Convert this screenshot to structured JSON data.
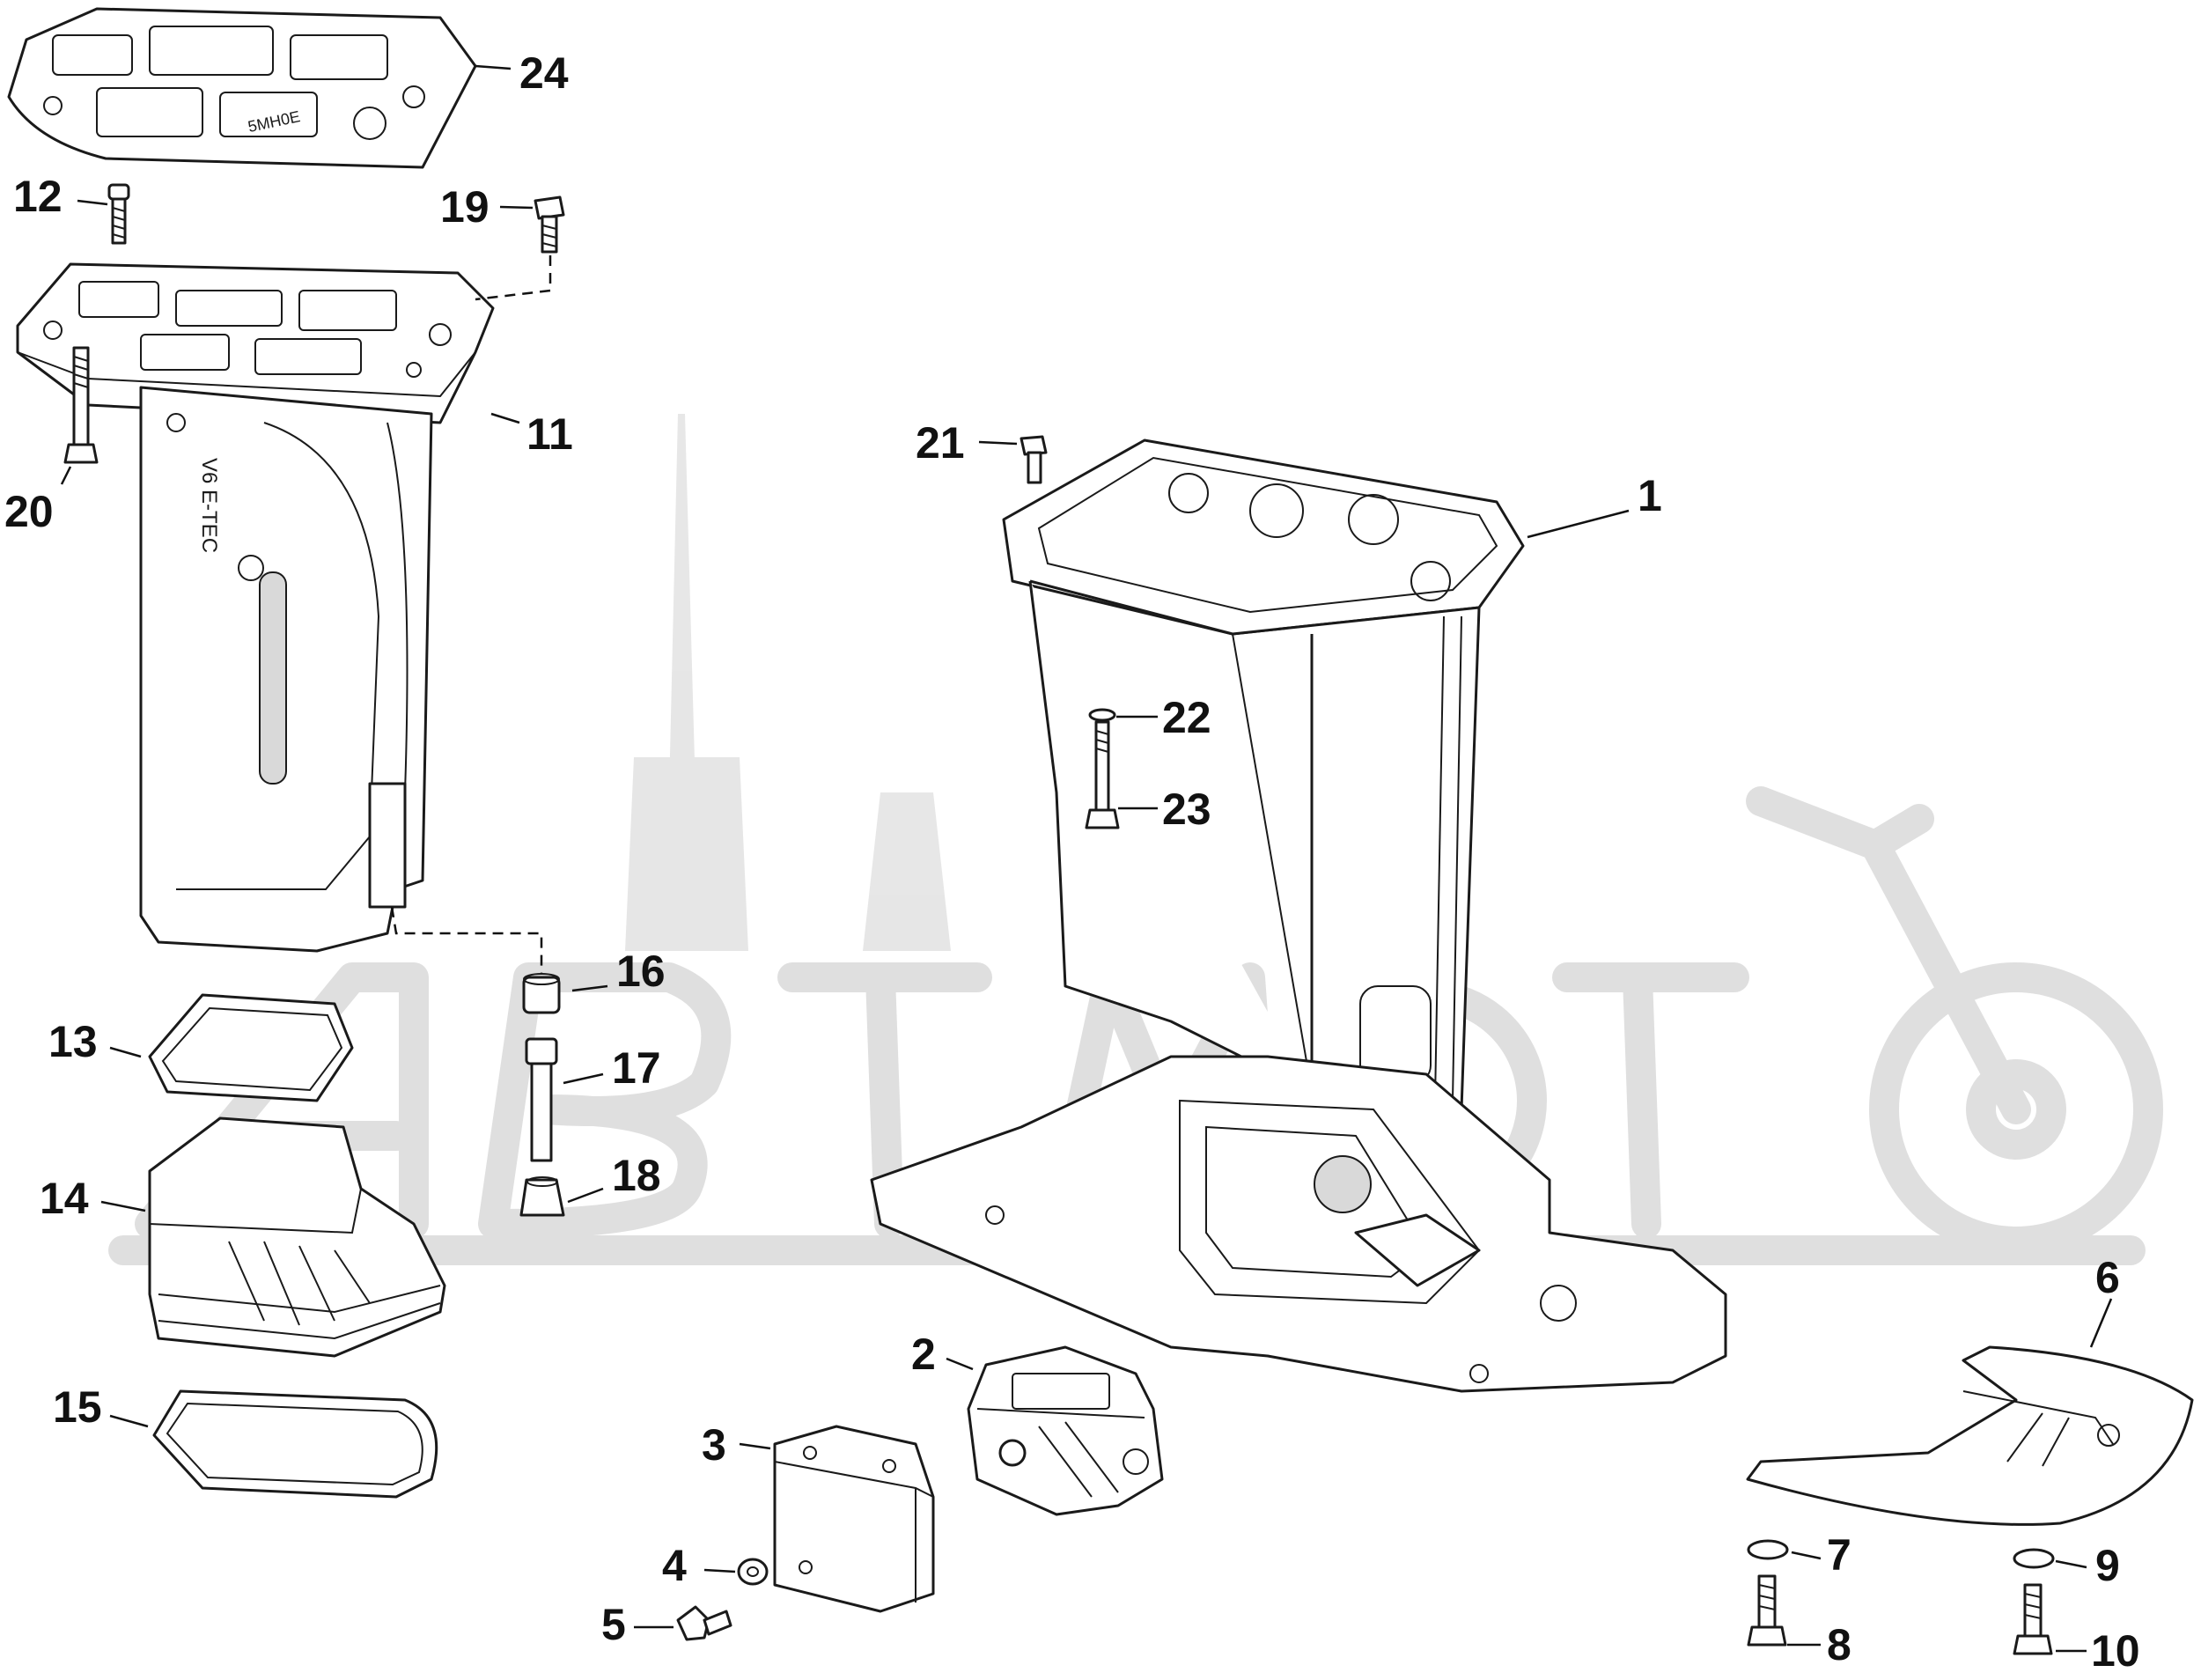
{
  "diagram": {
    "callouts": [
      {
        "id": "c1",
        "label": "1"
      },
      {
        "id": "c2",
        "label": "2"
      },
      {
        "id": "c3",
        "label": "3"
      },
      {
        "id": "c4",
        "label": "4"
      },
      {
        "id": "c5",
        "label": "5"
      },
      {
        "id": "c6",
        "label": "6"
      },
      {
        "id": "c7",
        "label": "7"
      },
      {
        "id": "c8",
        "label": "8"
      },
      {
        "id": "c9",
        "label": "9"
      },
      {
        "id": "c10",
        "label": "10"
      },
      {
        "id": "c11",
        "label": "11"
      },
      {
        "id": "c12",
        "label": "12"
      },
      {
        "id": "c13",
        "label": "13"
      },
      {
        "id": "c14",
        "label": "14"
      },
      {
        "id": "c15",
        "label": "15"
      },
      {
        "id": "c16",
        "label": "16"
      },
      {
        "id": "c17",
        "label": "17"
      },
      {
        "id": "c18",
        "label": "18"
      },
      {
        "id": "c19",
        "label": "19"
      },
      {
        "id": "c20",
        "label": "20"
      },
      {
        "id": "c21",
        "label": "21"
      },
      {
        "id": "c22",
        "label": "22"
      },
      {
        "id": "c23",
        "label": "23"
      },
      {
        "id": "c24",
        "label": "24"
      }
    ],
    "part_markings": {
      "housing_text": "V6 E-TEC",
      "gasket_text": "5MH0E"
    },
    "watermark": {
      "text": "АвтоМото"
    },
    "colors": {
      "line": "#1a1a1a",
      "watermark": "#dcdcdc",
      "background": "#ffffff"
    }
  }
}
